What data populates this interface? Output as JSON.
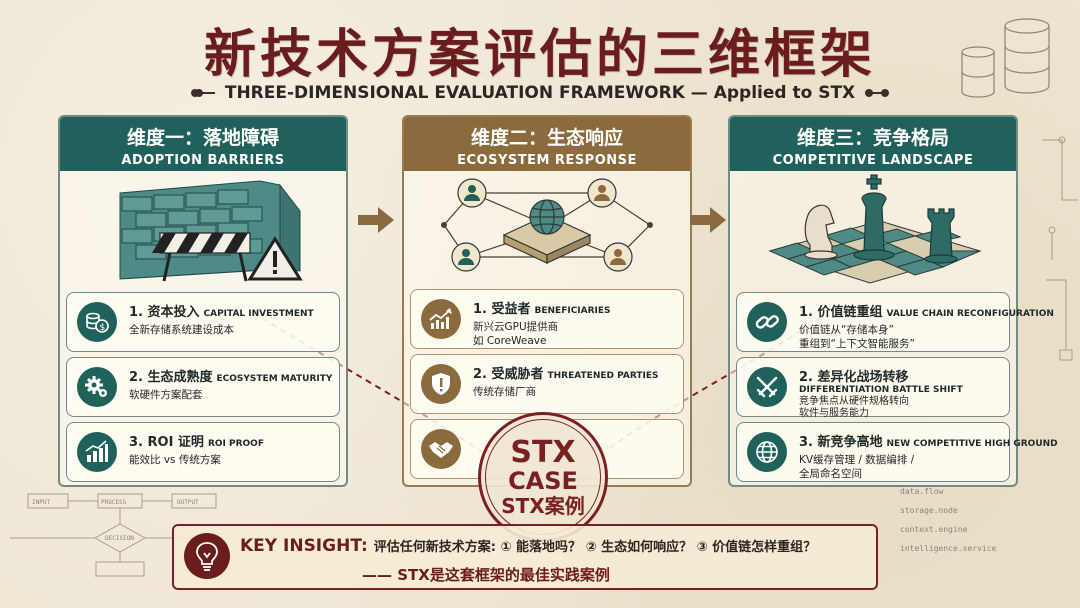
{
  "title": "新技术方案评估的三维框架",
  "subtitle": "THREE-DIMENSIONAL EVALUATION FRAMEWORK — Applied to STX",
  "columns": [
    {
      "title_zh": "维度一：落地障碍",
      "title_en": "ADOPTION BARRIERS",
      "items": [
        {
          "icon": "coins-dollar-icon",
          "title": "1. 资本投入",
          "title_en": "CAPITAL INVESTMENT",
          "desc": [
            "全新存储系统建设成本"
          ]
        },
        {
          "icon": "gears-icon",
          "title": "2. 生态成熟度",
          "title_en": "ECOSYSTEM MATURITY",
          "desc": [
            "软硬件方案配套"
          ]
        },
        {
          "icon": "growth-chart-icon",
          "title": "3. ROI 证明",
          "title_en": "ROI PROOF",
          "desc": [
            "能效比 vs 传统方案"
          ]
        }
      ]
    },
    {
      "title_zh": "维度二：生态响应",
      "title_en": "ECOSYSTEM RESPONSE",
      "items": [
        {
          "icon": "rising-chart-icon",
          "title": "1. 受益者",
          "title_en": "BENEFICIARIES",
          "desc": [
            "新兴云GPU提供商",
            "如 CoreWeave"
          ]
        },
        {
          "icon": "shield-warning-icon",
          "title": "2. 受威胁者",
          "title_en": "THREATENED PARTIES",
          "desc": [
            "传统存储厂商"
          ]
        },
        {
          "icon": "handshake-icon",
          "title": "",
          "title_en": "",
          "desc": []
        }
      ]
    },
    {
      "title_zh": "维度三：竞争格局",
      "title_en": "COMPETITIVE LANDSCAPE",
      "items": [
        {
          "icon": "chain-link-icon",
          "title": "1. 价值链重组",
          "title_en": "VALUE CHAIN RECONFIGURATION",
          "desc": [
            "价值链从“存储本身”",
            "重组到“上下文智能服务”"
          ]
        },
        {
          "icon": "crossed-swords-icon",
          "title": "2. 差异化战场转移",
          "title_en": "DIFFERENTIATION BATTLE SHIFT",
          "desc": [
            "竞争焦点从硬件规格转向",
            "软件与服务能力"
          ]
        },
        {
          "icon": "globe-icon",
          "title": "3. 新竞争高地",
          "title_en": "NEW COMPETITIVE HIGH GROUND",
          "desc": [
            "KV缓存管理 / 数据编排 /",
            "全局命名空间"
          ]
        }
      ]
    }
  ],
  "stamp": {
    "line1": "STX",
    "line2": "CASE",
    "line3": "STX案例"
  },
  "insight": {
    "key": "KEY INSIGHT:",
    "line1": "评估任何新技术方案: ① 能落地吗？ ② 生态如何响应？ ③ 价值链怎样重组？",
    "line2": "—— STX是这套框架的最佳实践案例"
  },
  "decor": {
    "flow": [
      "INPUT",
      "PROCESS",
      "OUTPUT",
      "DECISION"
    ],
    "code": [
      "data.flow",
      "storage.node",
      "context.engine",
      "intelligence.service"
    ]
  },
  "colors": {
    "maroon": "#6b1c1c",
    "teal": "#21615b",
    "bronze": "#8b6b3e",
    "paper": "#efe6d2"
  }
}
